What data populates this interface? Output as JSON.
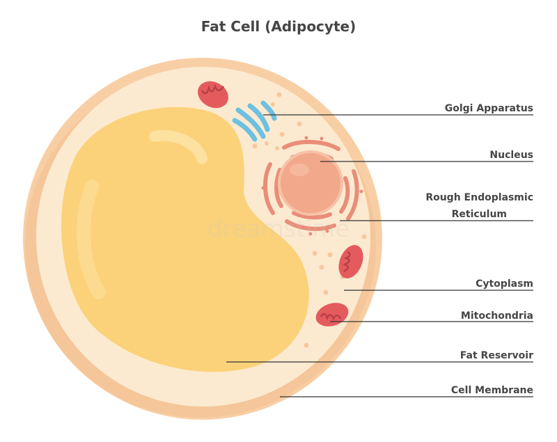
{
  "title": "Fat Cell (Adipocyte)",
  "labels": {
    "golgi": "Golgi Apparatus",
    "nucleus": "Nucleus",
    "rer_line1": "Rough Endoplasmic",
    "rer_line2": "Reticulum",
    "cytoplasm": "Cytoplasm",
    "mitochondria": "Mitochondria",
    "fat_reservoir": "Fat Reservoir",
    "cell_membrane": "Cell Membrane"
  },
  "colors": {
    "membrane_outer": "#F7C99D",
    "membrane_inner": "#F3BE8E",
    "cytoplasm": "#FCEBD0",
    "fat": "#FBD37A",
    "fat_highlight": "#FDDF98",
    "nucleus": "#F2A98A",
    "er": "#E98D79",
    "mitochondria": "#E45B5E",
    "mito_inner": "#B84046",
    "golgi": "#6CC0E0",
    "leader": "#333333",
    "text": "#454545"
  },
  "watermark": "dreamstime"
}
